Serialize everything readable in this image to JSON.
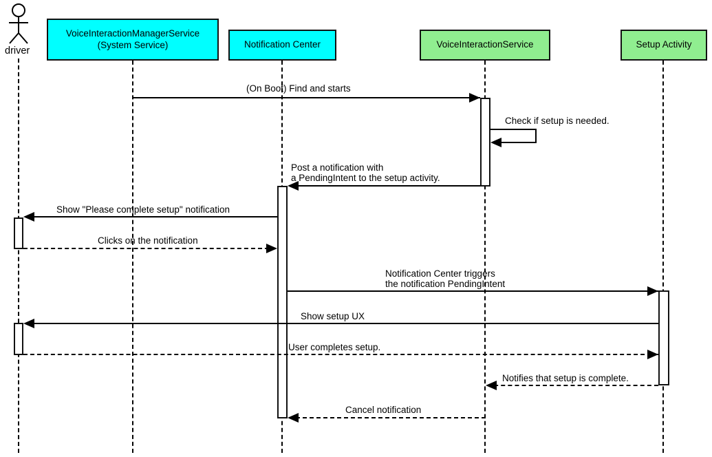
{
  "diagram": {
    "type": "uml-sequence-diagram",
    "colors": {
      "participant_cyan": "#00FFFF",
      "participant_green": "#90EE90",
      "line": "#000000",
      "background": "#FFFFFF"
    },
    "actor": {
      "name": "driver"
    },
    "participants": [
      {
        "id": "voice-interaction-manager-service",
        "label_line1": "VoiceInteractionManagerService",
        "label_line2": "(System Service)",
        "color": "cyan"
      },
      {
        "id": "notification-center",
        "label": "Notification Center",
        "color": "cyan"
      },
      {
        "id": "voice-interaction-service",
        "label": "VoiceInteractionService",
        "color": "green"
      },
      {
        "id": "setup-activity",
        "label": "Setup Activity",
        "color": "green"
      }
    ],
    "messages": [
      {
        "from": "voice-interaction-manager-service",
        "to": "voice-interaction-service",
        "style": "solid",
        "label": "(On Boot) Find and starts"
      },
      {
        "from": "voice-interaction-service",
        "to": "voice-interaction-service",
        "style": "solid",
        "label": "Check if setup is needed."
      },
      {
        "from": "voice-interaction-service",
        "to": "notification-center",
        "style": "solid",
        "label_line1": "Post a notification with",
        "label_line2": "a PendingIntent to the setup activity."
      },
      {
        "from": "notification-center",
        "to": "driver",
        "style": "solid",
        "label": "Show \"Please complete setup\" notification"
      },
      {
        "from": "driver",
        "to": "notification-center",
        "style": "dashed",
        "label": "Clicks on the notification"
      },
      {
        "from": "notification-center",
        "to": "setup-activity",
        "style": "solid",
        "label_line1": "Notification Center triggers",
        "label_line2": "the notification PendingIntent"
      },
      {
        "from": "setup-activity",
        "to": "driver",
        "style": "solid",
        "label": "Show setup UX"
      },
      {
        "from": "driver",
        "to": "setup-activity",
        "style": "dashed",
        "label": "User completes setup."
      },
      {
        "from": "setup-activity",
        "to": "voice-interaction-service",
        "style": "dashed",
        "label": "Notifies that setup is complete."
      },
      {
        "from": "voice-interaction-service",
        "to": "notification-center",
        "style": "dashed",
        "label": "Cancel notification"
      }
    ]
  }
}
